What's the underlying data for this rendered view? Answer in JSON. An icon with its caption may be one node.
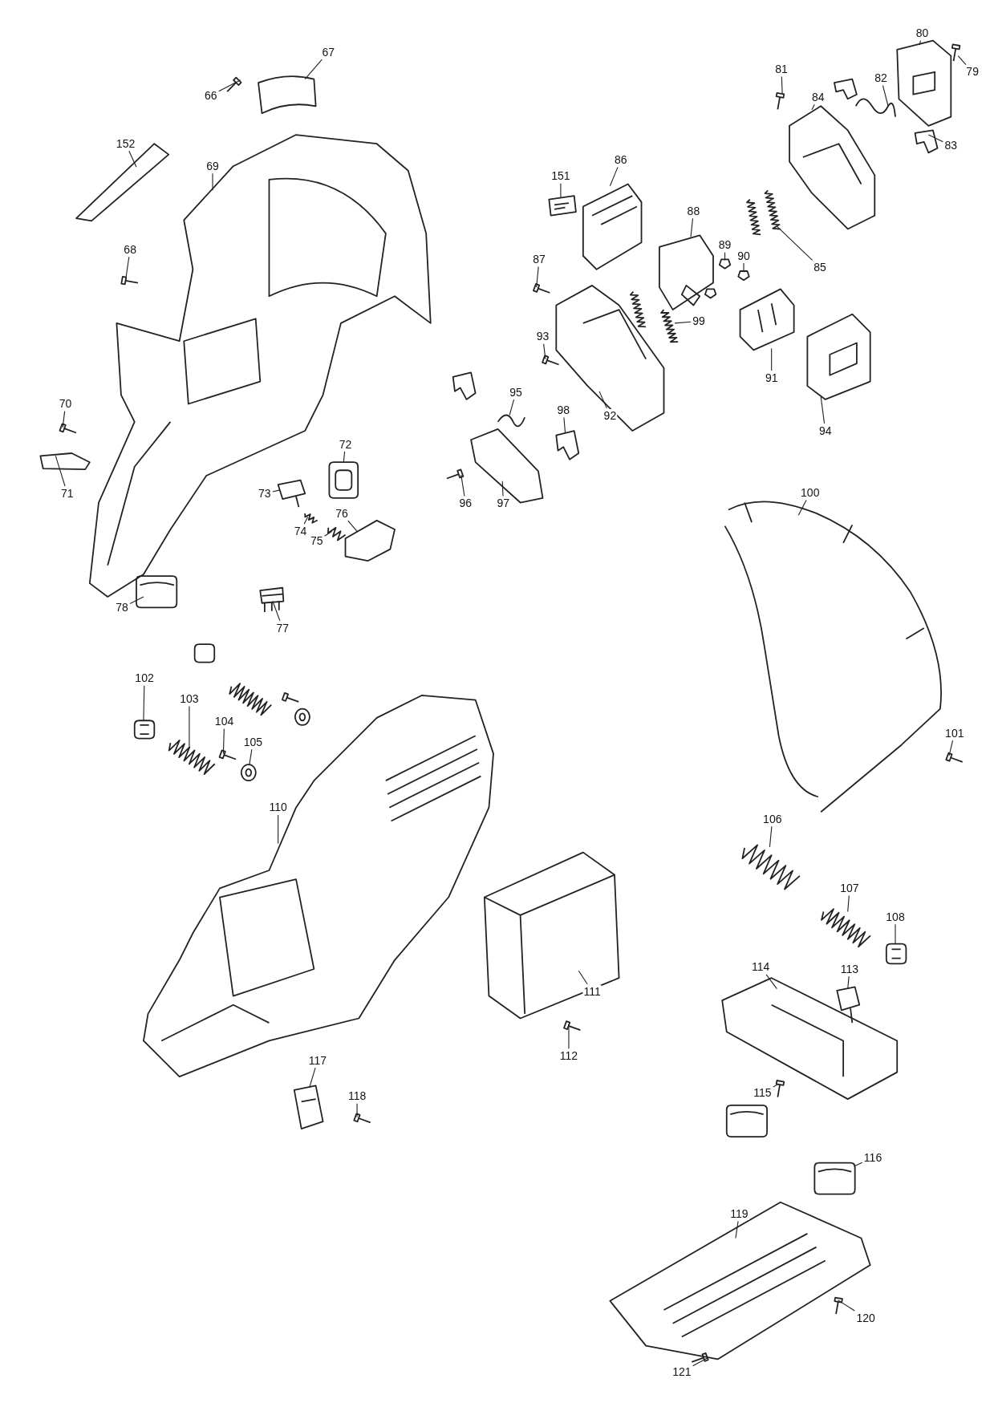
{
  "diagram": {
    "nodes": [
      {
        "text": [
          "67"
        ]
      },
      {
        "text": [
          "66"
        ]
      },
      {
        "text": [
          "80"
        ]
      },
      {
        "text": [
          "79"
        ]
      },
      {
        "text": [
          "81"
        ]
      },
      {
        "text": [
          "82"
        ]
      },
      {
        "text": [
          "84"
        ]
      },
      {
        "text": [
          "83"
        ]
      },
      {
        "text": [
          "152"
        ]
      },
      {
        "text": [
          "69"
        ]
      },
      {
        "text": [
          "86"
        ]
      },
      {
        "text": [
          "151"
        ]
      },
      {
        "text": [
          "88"
        ]
      },
      {
        "text": [
          "68"
        ]
      },
      {
        "text": [
          "87"
        ]
      },
      {
        "text": [
          "89"
        ]
      },
      {
        "text": [
          "90"
        ]
      },
      {
        "text": [
          "85"
        ]
      },
      {
        "text": [
          "93"
        ]
      },
      {
        "text": [
          "99"
        ]
      },
      {
        "text": [
          "91"
        ]
      },
      {
        "text": [
          "95"
        ]
      },
      {
        "text": [
          "70"
        ]
      },
      {
        "text": [
          "98"
        ]
      },
      {
        "text": [
          "92"
        ]
      },
      {
        "text": [
          "94"
        ]
      },
      {
        "text": [
          "72"
        ]
      },
      {
        "text": [
          "71"
        ]
      },
      {
        "text": [
          "73"
        ]
      },
      {
        "text": [
          "100"
        ]
      },
      {
        "text": [
          "96"
        ]
      },
      {
        "text": [
          "97"
        ]
      },
      {
        "text": [
          "76"
        ]
      },
      {
        "text": [
          "74"
        ]
      },
      {
        "text": [
          "75"
        ]
      },
      {
        "text": [
          "78"
        ]
      },
      {
        "text": [
          "77"
        ]
      },
      {
        "text": [
          "102"
        ]
      },
      {
        "text": [
          "103"
        ]
      },
      {
        "text": [
          "104"
        ]
      },
      {
        "text": [
          "101"
        ]
      },
      {
        "text": [
          "105"
        ]
      },
      {
        "text": [
          "110"
        ]
      },
      {
        "text": [
          "106"
        ]
      },
      {
        "text": [
          "107"
        ]
      },
      {
        "text": [
          "108"
        ]
      },
      {
        "text": [
          "113"
        ]
      },
      {
        "text": [
          "111"
        ]
      },
      {
        "text": [
          "114"
        ]
      },
      {
        "text": [
          "112"
        ]
      },
      {
        "text": [
          "117"
        ]
      },
      {
        "text": [
          "115"
        ]
      },
      {
        "text": [
          "118"
        ]
      },
      {
        "text": [
          "116"
        ]
      },
      {
        "text": [
          "119"
        ]
      },
      {
        "text": [
          "120"
        ]
      },
      {
        "text": [
          "121"
        ]
      },
      {
        "text": [],
        "shape": "picture"
      },
      {
        "text": [],
        "shape": "picture"
      },
      {
        "text": [],
        "shape": "picture"
      },
      {
        "text": [],
        "shape": "picture"
      },
      {
        "text": [],
        "shape": "picture"
      },
      {
        "text": [],
        "shape": "picture"
      },
      {
        "text": [],
        "shape": "picture"
      },
      {
        "text": [],
        "shape": "picture"
      },
      {
        "text": [],
        "shape": "picture"
      },
      {
        "text": [],
        "shape": "picture"
      },
      {
        "text": [],
        "shape": "picture"
      },
      {
        "text": [],
        "shape": "picture"
      },
      {
        "text": [],
        "shape": "picture"
      },
      {
        "text": [],
        "shape": "picture"
      },
      {
        "text": [],
        "shape": "picture"
      },
      {
        "text": [],
        "shape": "picture"
      },
      {
        "text": [],
        "shape": "picture"
      },
      {
        "text": [],
        "shape": "picture"
      },
      {
        "text": [],
        "shape": "picture"
      },
      {
        "text": [],
        "shape": "picture"
      },
      {
        "text": [],
        "shape": "picture"
      },
      {
        "text": [],
        "shape": "picture"
      },
      {
        "text": [],
        "shape": "picture"
      },
      {
        "text": [],
        "shape": "picture"
      },
      {
        "text": [],
        "shape": "picture"
      },
      {
        "text": [],
        "shape": "picture"
      },
      {
        "text": [],
        "shape": "picture"
      },
      {
        "text": [],
        "shape": "picture"
      },
      {
        "text": [],
        "shape": "picture"
      },
      {
        "text": [],
        "shape": "picture"
      },
      {
        "text": [],
        "shape": "picture"
      },
      {
        "text": [],
        "shape": "picture"
      },
      {
        "text": [],
        "shape": "picture"
      },
      {
        "text": [],
        "shape": "picture"
      },
      {
        "text": [],
        "shape": "picture"
      },
      {
        "text": [],
        "shape": "picture"
      },
      {
        "text": [],
        "shape": "picture"
      },
      {
        "text": [],
        "shape": "picture"
      },
      {
        "text": [],
        "shape": "picture"
      },
      {
        "text": [],
        "shape": "picture"
      },
      {
        "text": [],
        "shape": "picture"
      },
      {
        "text": [],
        "shape": "picture"
      },
      {
        "text": [],
        "shape": "picture"
      },
      {
        "text": [],
        "shape": "picture"
      },
      {
        "text": [],
        "shape": "picture"
      },
      {
        "text": [],
        "shape": "picture"
      },
      {
        "text": [],
        "shape": "picture"
      },
      {
        "text": [],
        "shape": "picture"
      },
      {
        "text": [],
        "shape": "picture"
      },
      {
        "text": [],
        "shape": "picture"
      },
      {
        "text": [],
        "shape": "picture"
      },
      {
        "text": [],
        "shape": "picture"
      },
      {
        "text": [],
        "shape": "picture"
      },
      {
        "text": [],
        "shape": "picture"
      },
      {
        "text": [],
        "shape": "picture"
      },
      {
        "text": [],
        "shape": "picture"
      },
      {
        "text": [],
        "shape": "picture"
      }
    ],
    "edges": [
      {
        "from": 0,
        "to": 57,
        "arrow": "none"
      },
      {
        "from": 1,
        "to": 58,
        "arrow": "none"
      },
      {
        "from": 2,
        "to": 59,
        "arrow": "none"
      },
      {
        "from": 3,
        "to": 60,
        "arrow": "none"
      },
      {
        "from": 4,
        "to": 61,
        "arrow": "none"
      },
      {
        "from": 5,
        "to": 62,
        "arrow": "none"
      },
      {
        "from": 6,
        "to": 63,
        "arrow": "none"
      },
      {
        "from": 7,
        "to": 64,
        "arrow": "none"
      },
      {
        "from": 8,
        "to": 65,
        "arrow": "none"
      },
      {
        "from": 9,
        "to": 66,
        "arrow": "none"
      },
      {
        "from": 10,
        "to": 67,
        "arrow": "none"
      },
      {
        "from": 11,
        "to": 68,
        "arrow": "none"
      },
      {
        "from": 12,
        "to": 69,
        "arrow": "none"
      },
      {
        "from": 13,
        "to": 70,
        "arrow": "none"
      },
      {
        "from": 14,
        "to": 71,
        "arrow": "none"
      },
      {
        "from": 15,
        "to": 72,
        "arrow": "none"
      },
      {
        "from": 16,
        "to": 73,
        "arrow": "none"
      },
      {
        "from": 17,
        "to": 74,
        "arrow": "none"
      },
      {
        "from": 18,
        "to": 75,
        "arrow": "none"
      },
      {
        "from": 19,
        "to": 76,
        "arrow": "none"
      },
      {
        "from": 20,
        "to": 77,
        "arrow": "none"
      },
      {
        "from": 21,
        "to": 78,
        "arrow": "none"
      },
      {
        "from": 22,
        "to": 79,
        "arrow": "none"
      },
      {
        "from": 23,
        "to": 80,
        "arrow": "none"
      },
      {
        "from": 24,
        "to": 81,
        "arrow": "none"
      },
      {
        "from": 25,
        "to": 82,
        "arrow": "none"
      },
      {
        "from": 26,
        "to": 83,
        "arrow": "none"
      },
      {
        "from": 27,
        "to": 84,
        "arrow": "none"
      },
      {
        "from": 28,
        "to": 85,
        "arrow": "none"
      },
      {
        "from": 29,
        "to": 86,
        "arrow": "none"
      },
      {
        "from": 30,
        "to": 87,
        "arrow": "none"
      },
      {
        "from": 31,
        "to": 88,
        "arrow": "none"
      },
      {
        "from": 32,
        "to": 89,
        "arrow": "none"
      },
      {
        "from": 33,
        "to": 90,
        "arrow": "none"
      },
      {
        "from": 34,
        "to": 91,
        "arrow": "none"
      },
      {
        "from": 35,
        "to": 92,
        "arrow": "none"
      },
      {
        "from": 36,
        "to": 93,
        "arrow": "none"
      },
      {
        "from": 37,
        "to": 94,
        "arrow": "none"
      },
      {
        "from": 38,
        "to": 95,
        "arrow": "none"
      },
      {
        "from": 39,
        "to": 96,
        "arrow": "none"
      },
      {
        "from": 40,
        "to": 97,
        "arrow": "none"
      },
      {
        "from": 41,
        "to": 98,
        "arrow": "none"
      },
      {
        "from": 42,
        "to": 99,
        "arrow": "none"
      },
      {
        "from": 43,
        "to": 100,
        "arrow": "none"
      },
      {
        "from": 44,
        "to": 101,
        "arrow": "none"
      },
      {
        "from": 45,
        "to": 102,
        "arrow": "none"
      },
      {
        "from": 46,
        "to": 103,
        "arrow": "none"
      },
      {
        "from": 47,
        "to": 104,
        "arrow": "none"
      },
      {
        "from": 48,
        "to": 105,
        "arrow": "none"
      },
      {
        "from": 49,
        "to": 106,
        "arrow": "none"
      },
      {
        "from": 50,
        "to": 107,
        "arrow": "none"
      },
      {
        "from": 51,
        "to": 108,
        "arrow": "none"
      },
      {
        "from": 52,
        "to": 109,
        "arrow": "none"
      },
      {
        "from": 53,
        "to": 110,
        "arrow": "none"
      },
      {
        "from": 54,
        "to": 111,
        "arrow": "none"
      },
      {
        "from": 55,
        "to": 112,
        "arrow": "none"
      },
      {
        "from": 56,
        "to": 113,
        "arrow": "none"
      }
    ]
  }
}
